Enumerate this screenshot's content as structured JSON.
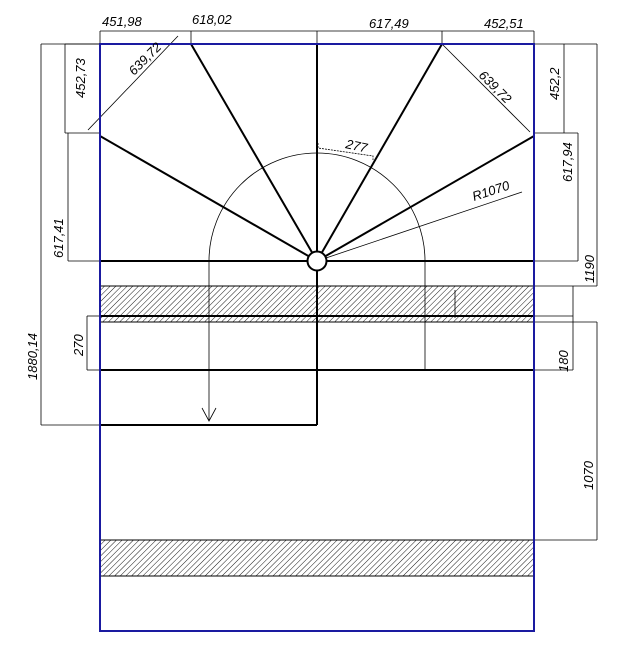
{
  "colors": {
    "outline": "#1a1aa0",
    "lines": "#000000",
    "background": "#ffffff"
  },
  "dimensions": {
    "top_left_width": "451,98",
    "top_step_1": "618,02",
    "top_step_2": "617,49",
    "top_right_width": "452,51",
    "left_diagonal": "639,72",
    "right_diagonal": "639,72",
    "left_top_height": "452,73",
    "right_top_height": "452,2",
    "left_side_height": "617,41",
    "right_side_height": "617,94",
    "central_angle": "277",
    "radius": "R1070",
    "landing_height": "1190",
    "rise_height": "270",
    "total_height": "1880,14",
    "tread_height": "180",
    "lower_run": "1070"
  }
}
